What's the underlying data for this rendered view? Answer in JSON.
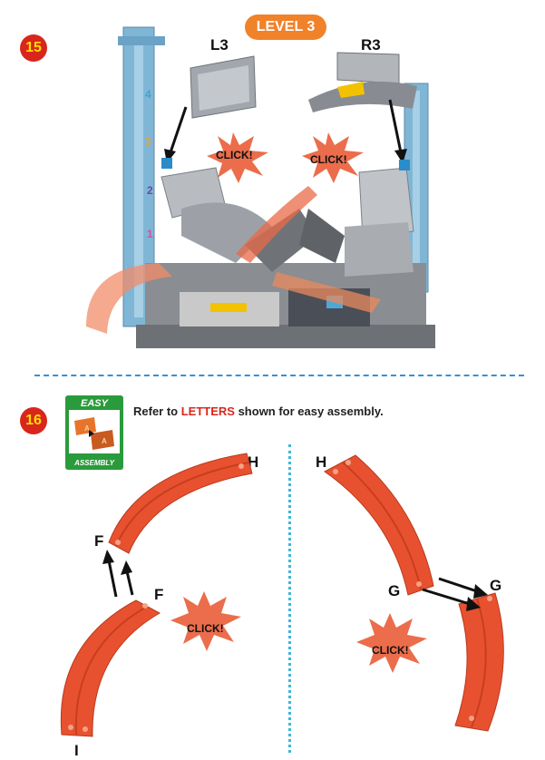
{
  "step15": {
    "number": "15",
    "level": "LEVEL 3",
    "left_label": "L3",
    "right_label": "R3",
    "click_left": "CLICK!",
    "click_right": "CLICK!",
    "tower_numbers": [
      "4",
      "3",
      "2",
      "1"
    ]
  },
  "step16": {
    "number": "16",
    "badge_top": "EASY",
    "badge_bottom": "ASSEMBLY",
    "badge_letter": "A",
    "instruction_prefix": "Refer to ",
    "instruction_highlight": "LETTERS",
    "instruction_suffix": " shown for easy assembly.",
    "left": {
      "label_h": "H",
      "label_f_top": "F",
      "label_f_bottom": "F",
      "label_i": "I",
      "click": "CLICK!"
    },
    "right": {
      "label_h": "H",
      "label_g_left": "G",
      "label_g_right": "G",
      "click": "CLICK!"
    }
  },
  "colors": {
    "badge_red": "#d9261c",
    "badge_yellow": "#ffde00",
    "level_orange": "#f0822a",
    "track_orange": "#e8512f",
    "tower_blue": "#7fb6d6",
    "highlight_red": "#d9261c",
    "easy_green": "#2a9b3c",
    "divider_blue": "#3b8fd1"
  }
}
